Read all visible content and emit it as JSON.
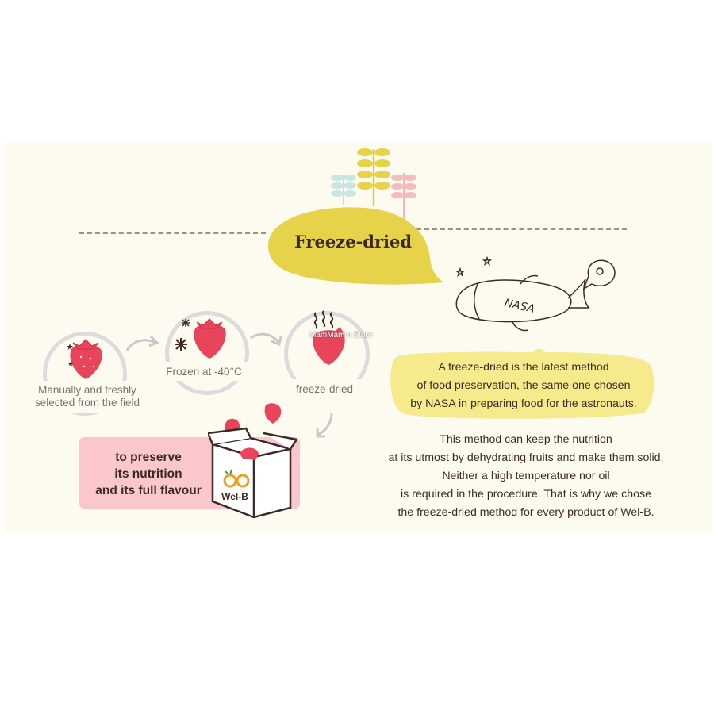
{
  "title": "Freeze-dried",
  "steps": [
    {
      "label_lines": [
        "Manually and freshly",
        "selected from the field"
      ]
    },
    {
      "label_lines": [
        "Frozen at -40°C"
      ]
    },
    {
      "label_lines": [
        "freeze-dried"
      ]
    }
  ],
  "callout_lines": [
    "to preserve",
    "its nutrition",
    "and its full flavour"
  ],
  "brand": "Wel-B",
  "nasa_label": "NASA",
  "bubble_lines": [
    "A freeze-dried is the latest method",
    "of food preservation, the same one chosen",
    "by NASA in preparing food for the astronauts."
  ],
  "body_lines": [
    "This method can keep the nutrition",
    "at its utmost by dehydrating fruits and make them solid.",
    "Neither a high temperature nor oil",
    "is required in the procedure. That is why we chose",
    "the freeze-dried method for every product of Wel-B."
  ],
  "watermark": "MamMamm Store",
  "colors": {
    "background": "#fdfbf0",
    "title_leaf": "#e6d34a",
    "bubble": "#f5ea8c",
    "callout": "#f9c7cc",
    "strawberry": "#e8445a",
    "text": "#3d2a24"
  }
}
